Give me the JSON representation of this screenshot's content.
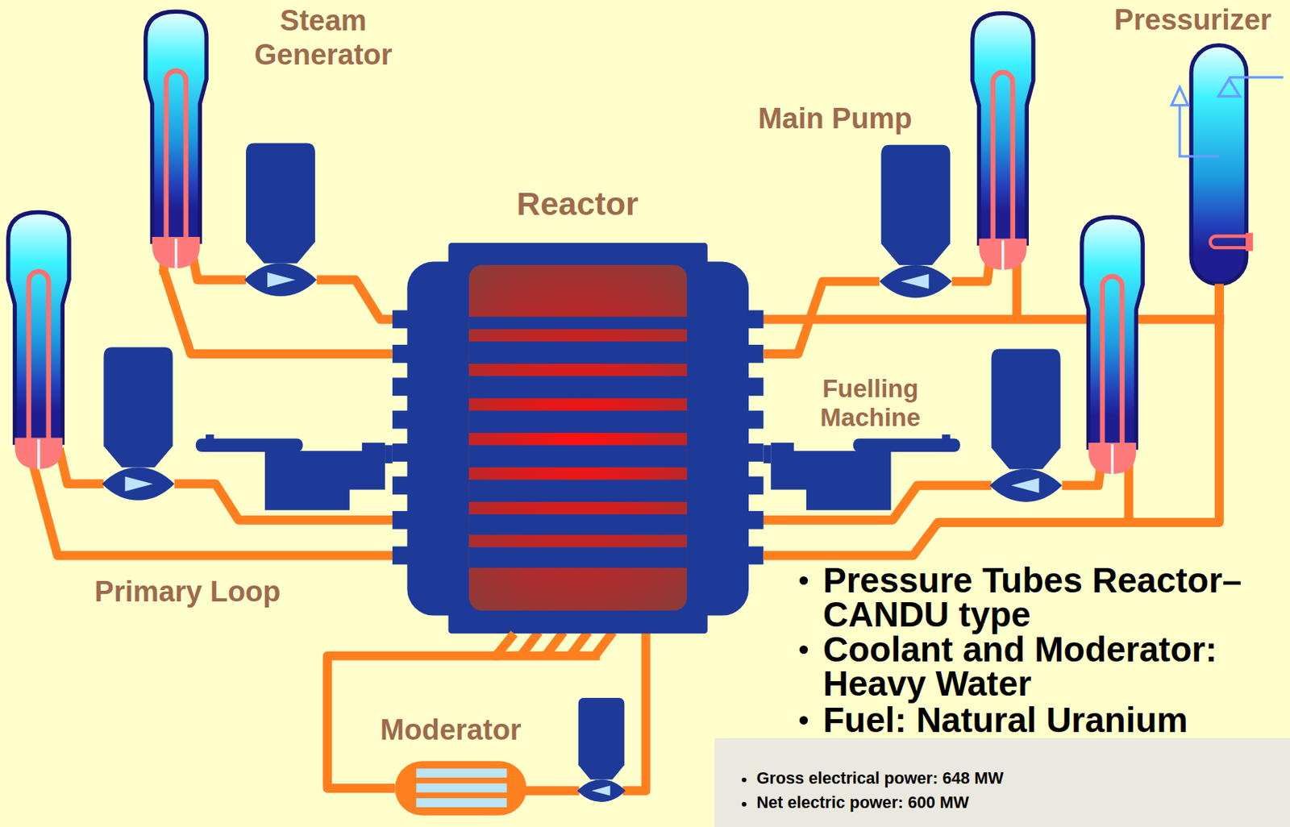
{
  "diagram": {
    "nodes": [
      {
        "text": [
          "Steam Generator"
        ]
      },
      {
        "text": [
          "Pressurizer"
        ]
      },
      {
        "text": [
          "Main Pump"
        ]
      },
      {
        "text": [
          "Reactor"
        ]
      },
      {
        "text": [
          "Fuelling Machine"
        ]
      },
      {
        "text": [
          "Moderator"
        ]
      },
      {
        "text": [
          "Gross electrical power: 648 MW",
          "Net electric power: 600 MW"
        ]
      }
    ],
    "edges": [
      {
        "from": 0,
        "to": 3,
        "arrow": "none"
      },
      {
        "from": 1,
        "to": 3,
        "arrow": "none"
      },
      {
        "from": 2,
        "to": 3,
        "arrow": "none"
      },
      {
        "from": 3,
        "to": 5,
        "arrow": "none"
      }
    ],
    "labels": [
      "Primary Loop",
      "Pressure Tubes Reactor– CANDU type",
      "Coolant and Moderator: Heavy Water",
      "Fuel: Natural Uranium"
    ]
  }
}
